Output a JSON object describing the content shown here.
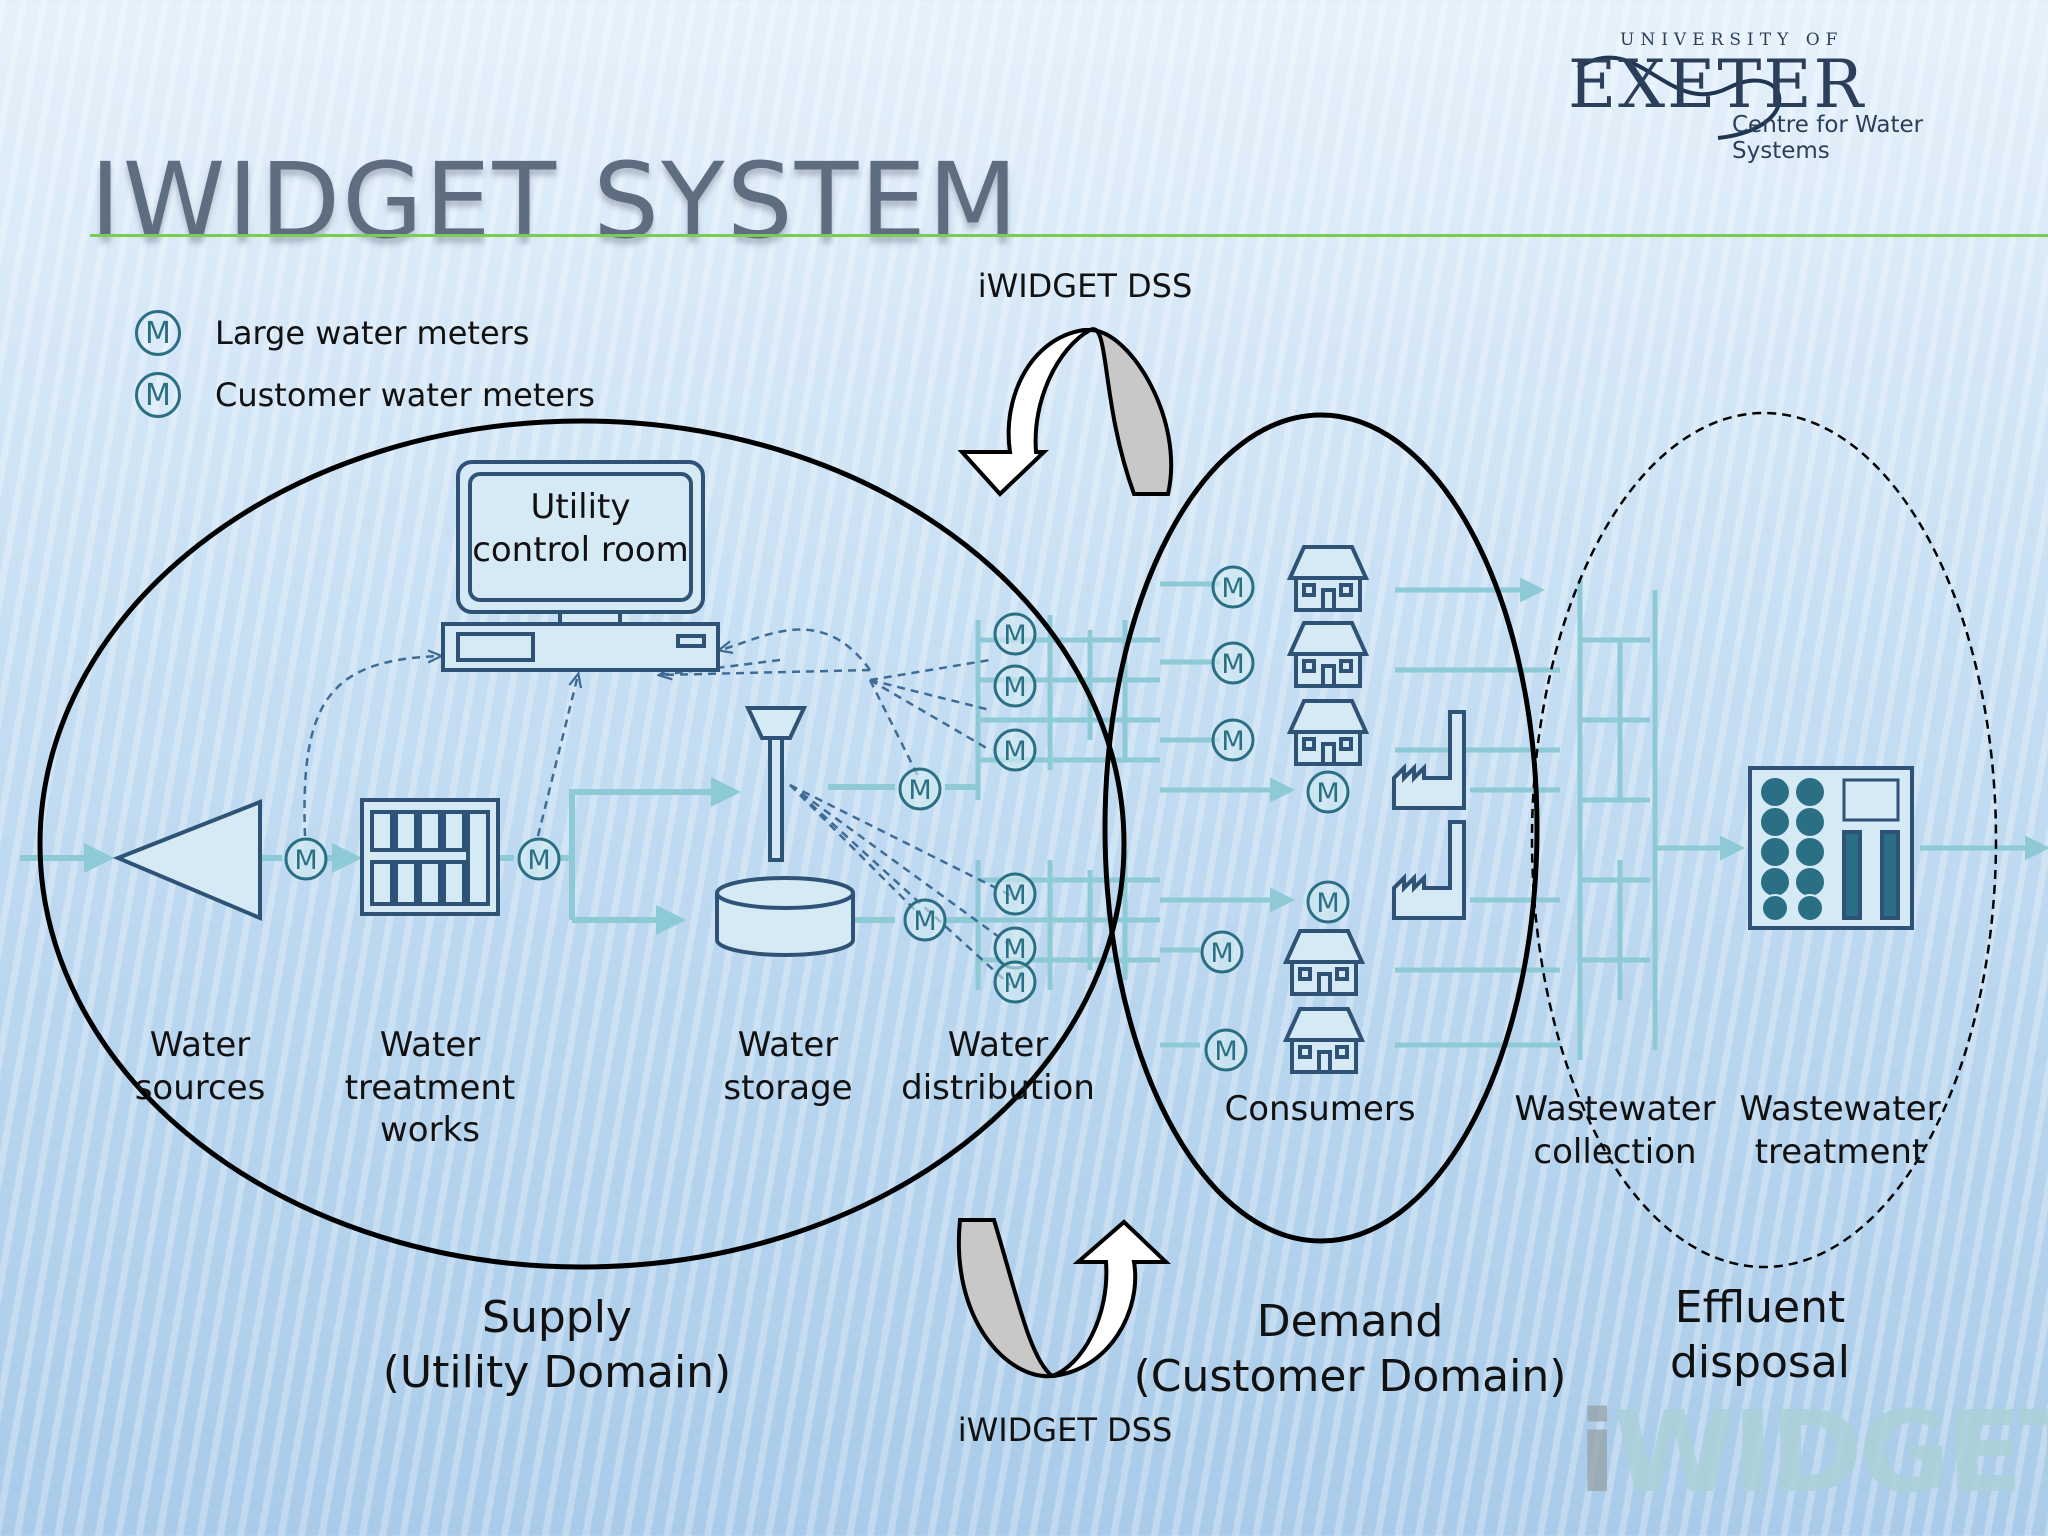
{
  "title": "IWIDGET SYSTEM",
  "logo": {
    "university": "UNIVERSITY OF",
    "name": "EXETER",
    "subtitle": "Centre for Water Systems"
  },
  "legend": {
    "symbol": "M",
    "items": [
      {
        "label": "Large water meters",
        "color": "#2a6f84"
      },
      {
        "label": "Customer water meters",
        "color": "#2a6f84"
      }
    ]
  },
  "dss": {
    "top_label": "iWIDGET DSS",
    "bottom_label": "iWIDGET DSS"
  },
  "utility_control_room": {
    "line1": "Utility",
    "line2": "control room"
  },
  "stages": [
    {
      "line1": "Water",
      "line2": "sources",
      "line3": ""
    },
    {
      "line1": "Water",
      "line2": "treatment",
      "line3": "works"
    },
    {
      "line1": "Water",
      "line2": "storage",
      "line3": ""
    },
    {
      "line1": "Water",
      "line2": "distribution",
      "line3": ""
    },
    {
      "line1": "Consumers",
      "line2": "",
      "line3": ""
    },
    {
      "line1": "Wastewater",
      "line2": "collection",
      "line3": ""
    },
    {
      "line1": "Wastewater",
      "line2": "treatment",
      "line3": ""
    }
  ],
  "domains": {
    "supply": {
      "line1": "Supply",
      "line2": "(Utility Domain)"
    },
    "demand": {
      "line1": "Demand",
      "line2": "(Customer Domain)"
    },
    "effluent": {
      "line1": "Effluent",
      "line2": "disposal"
    }
  },
  "brand_mark": {
    "i": "i",
    "rest": "WIDGET"
  },
  "colors": {
    "meter": "#2a6f84",
    "pipe": "#8ec9d6",
    "icon_stroke": "#2f5277",
    "icon_fill": "#d6eaf5",
    "title_rule": "#7ccb55",
    "domain_outline": "#000000"
  }
}
